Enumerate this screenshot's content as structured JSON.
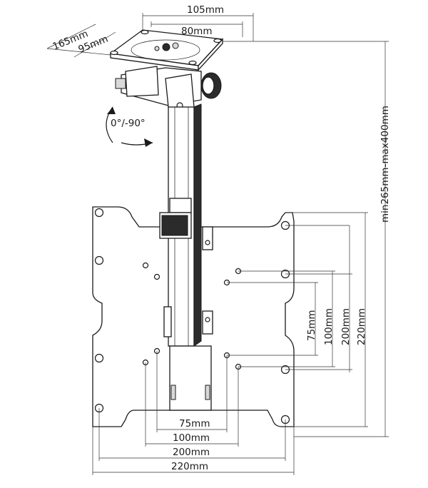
{
  "labels": {
    "top_outer": "105mm",
    "top_inner": "80mm",
    "side_outer": "165mm",
    "side_inner": "95mm",
    "tilt": "0°/-90°",
    "height_range": "min265mm-max400mm",
    "vesa_v_75": "75mm",
    "vesa_v_100": "100mm",
    "vesa_v_200": "200mm",
    "vesa_v_220": "220mm",
    "vesa_h_75": "75mm",
    "vesa_h_100": "100mm",
    "vesa_h_200": "200mm",
    "vesa_h_220": "220mm"
  }
}
